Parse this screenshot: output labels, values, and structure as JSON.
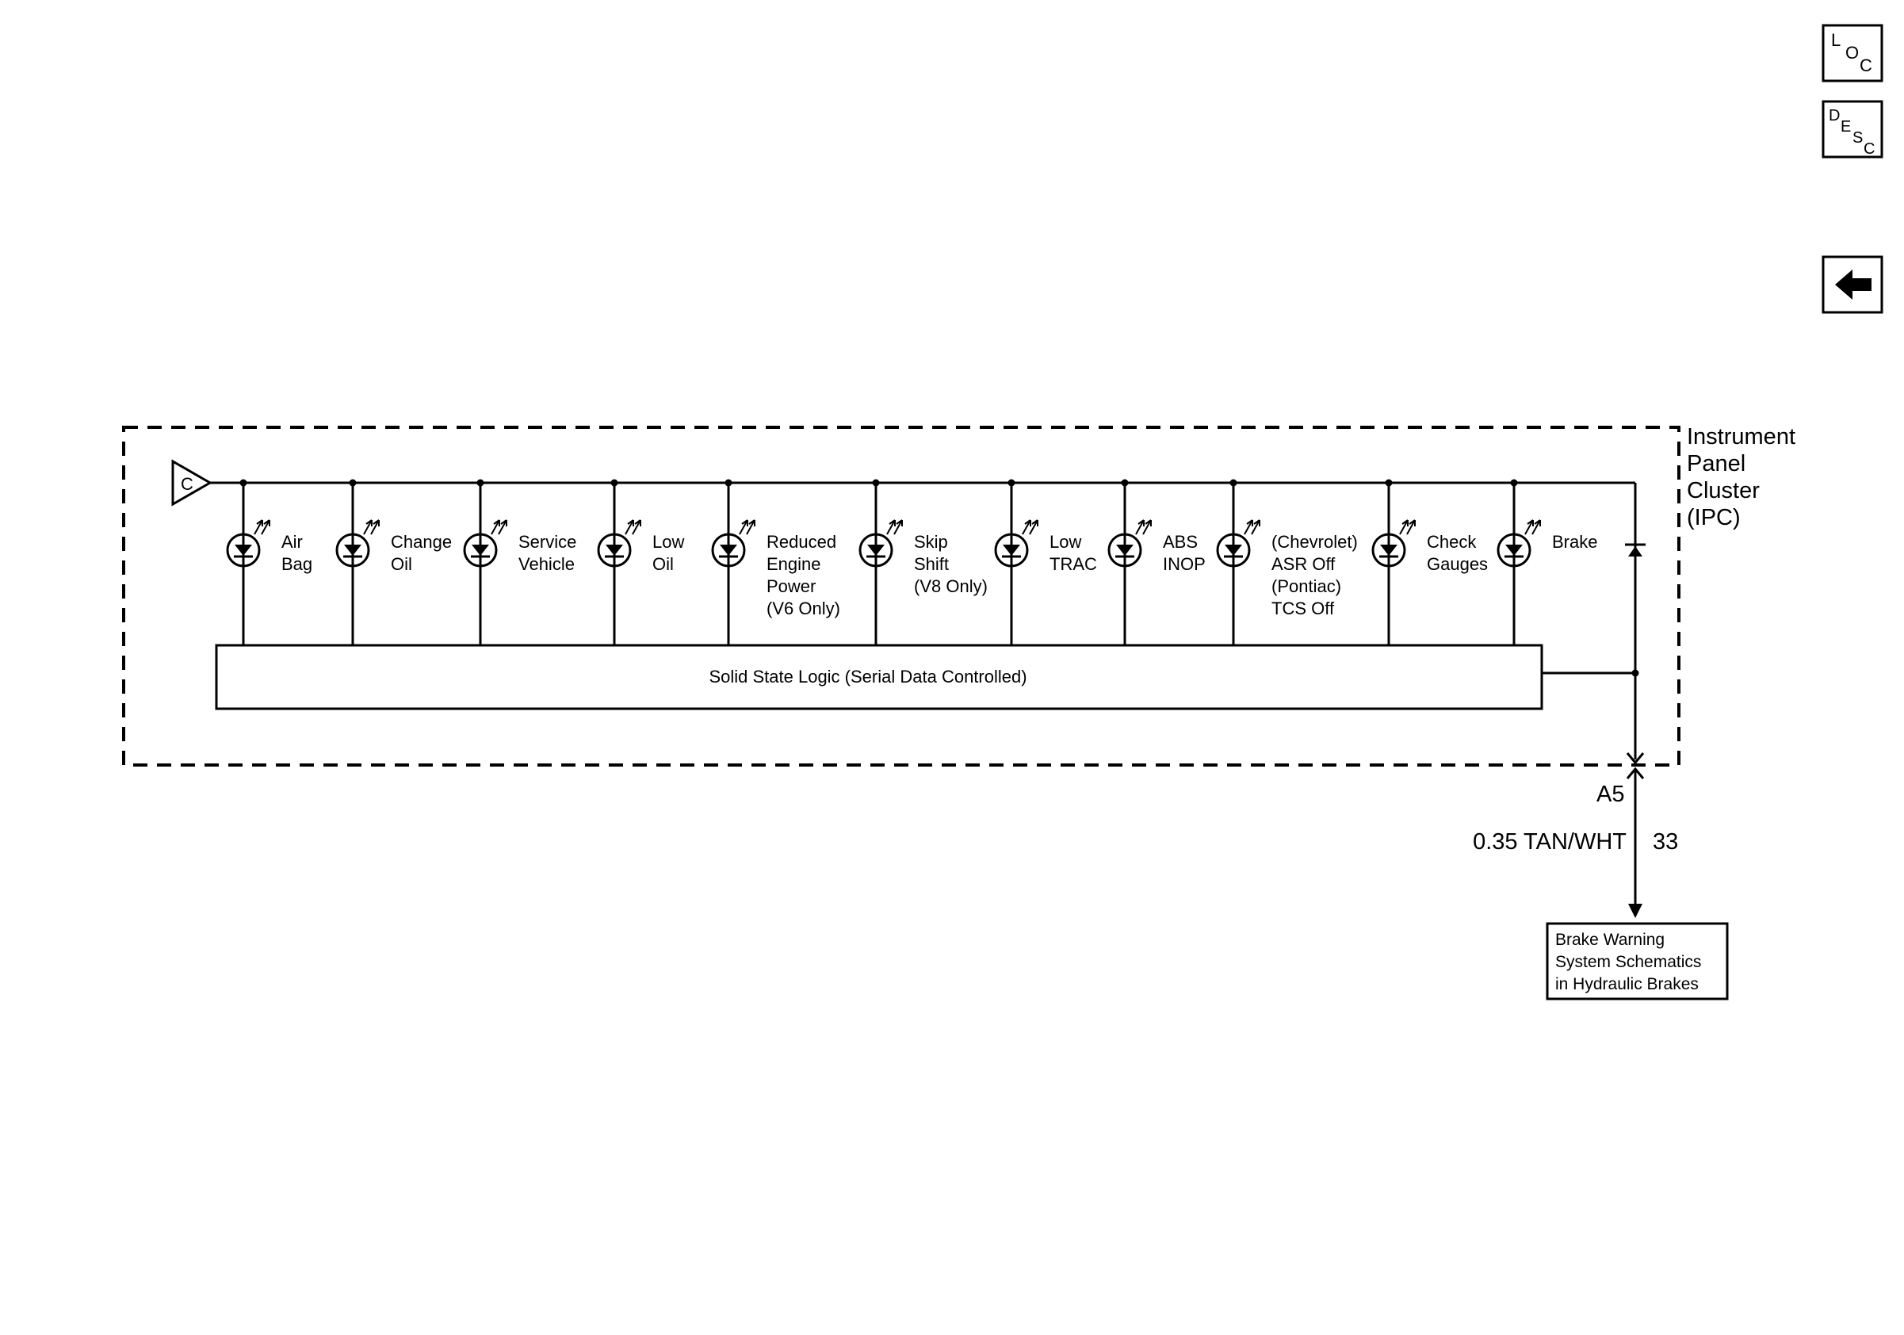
{
  "nav": {
    "loc": {
      "letters": [
        "L",
        "O",
        "C"
      ]
    },
    "desc": {
      "letters": [
        "D",
        "E",
        "S",
        "C"
      ]
    },
    "back": {
      "icon": "left-arrow-icon"
    }
  },
  "module": {
    "name_lines": [
      "Instrument",
      "Panel",
      "Cluster",
      "(IPC)"
    ],
    "input_connector": "C",
    "logic_block": "Solid State Logic (Serial Data Controlled)"
  },
  "indicators": [
    {
      "id": "air-bag",
      "lines": [
        "Air",
        "Bag"
      ]
    },
    {
      "id": "change-oil",
      "lines": [
        "Change",
        "Oil"
      ]
    },
    {
      "id": "service-vehicle",
      "lines": [
        "Service",
        "Vehicle"
      ]
    },
    {
      "id": "low-oil",
      "lines": [
        "Low",
        "Oil"
      ]
    },
    {
      "id": "reduced-engine-power",
      "lines": [
        "Reduced",
        "Engine",
        "Power",
        "(V6 Only)"
      ]
    },
    {
      "id": "skip-shift",
      "lines": [
        "Skip",
        "Shift",
        "(V8 Only)"
      ]
    },
    {
      "id": "low-trac",
      "lines": [
        "Low",
        "TRAC"
      ]
    },
    {
      "id": "abs-inop",
      "lines": [
        "ABS",
        "INOP"
      ]
    },
    {
      "id": "asr-tcs-off",
      "lines": [
        "(Chevrolet)",
        "ASR Off",
        "(Pontiac)",
        "TCS Off"
      ]
    },
    {
      "id": "check-gauges",
      "lines": [
        "Check",
        "Gauges"
      ]
    },
    {
      "id": "brake",
      "lines": [
        "Brake"
      ]
    }
  ],
  "output": {
    "pin": "A5",
    "wire": "0.35 TAN/WHT",
    "circuit": "33",
    "reference_lines": [
      "Brake Warning",
      "System Schematics",
      "in Hydraulic Brakes"
    ]
  },
  "colors": {
    "line": "#000000",
    "background": "#ffffff"
  }
}
